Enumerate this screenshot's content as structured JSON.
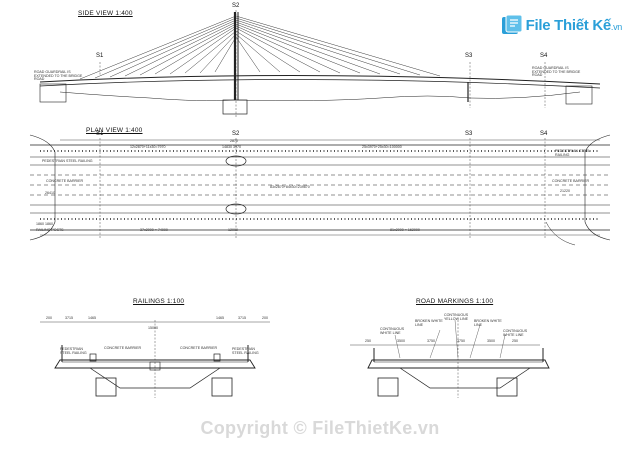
{
  "titles": {
    "side_view": "SIDE VIEW 1:400",
    "plan_view": "PLAN VIEW 1:400",
    "railings": "RAILINGS 1:100",
    "road_markings": "ROAD MARKINGS 1:100"
  },
  "axes": {
    "side": [
      "S1",
      "S2",
      "S3",
      "S4"
    ],
    "plan": [
      "S1",
      "S2",
      "S3",
      "S4"
    ]
  },
  "side_notes": {
    "left": "ROAD GUARDRAIL IS EXTENDED TO THE BRIDGE ROAD",
    "right": "ROAD GUARDRAIL IS EXTENDED TO THE BRIDGE ROAD"
  },
  "plan_labels": {
    "span_left": "12x2870+11x30=7970",
    "span_mid_top": "2870",
    "span_mid_dims": "14830 3970",
    "span_right": "25x3970+25x30=100000",
    "ped_rail": "PEDESTRIAN STEEL RAILING",
    "ped_rail_right": "PEDESTRIAN STEEL RAILING",
    "concrete_barrier": "CONCRETE BARRIER",
    "concrete_barrier_right": "CONCRETE BARRIER",
    "center_dim": "83x2870+84x30=239870",
    "left_dim": "26410",
    "right_dim": "21220",
    "bottom_left": "37x2000 = 74000",
    "bottom_center": "12000",
    "bottom_right": "81x2000 = 162000",
    "railing_posts": "RAILING POSTS",
    "far_left": "1860 1860"
  },
  "railings": {
    "dims": [
      "200",
      "3715",
      "1465",
      "15000",
      "1465",
      "3715",
      "200"
    ],
    "labels": [
      "PEDESTRIAN STEEL RAILING",
      "CONCRETE BARRIER",
      "CONCRETE BARRIER",
      "PEDESTRIAN STEEL RAILING"
    ]
  },
  "road_markings": {
    "dims": [
      "250",
      "3500",
      "3750",
      "3750",
      "3500",
      "250"
    ],
    "labels": [
      "CONTINUOUS YELLOW LINE",
      "BROKEN WHITE LINE",
      "BROKEN WHITE LINE",
      "CONTINUOUS WHITE LINE",
      "CONTINUOUS WHITE LINE"
    ]
  },
  "logo": {
    "brand": "File Thiết Kế",
    "tld": ".vn"
  },
  "watermark": "Copyright © FileThietKe.vn",
  "colors": {
    "line": "#222222",
    "logo": "#2a9fd8",
    "watermark": "#d9d9d9"
  }
}
